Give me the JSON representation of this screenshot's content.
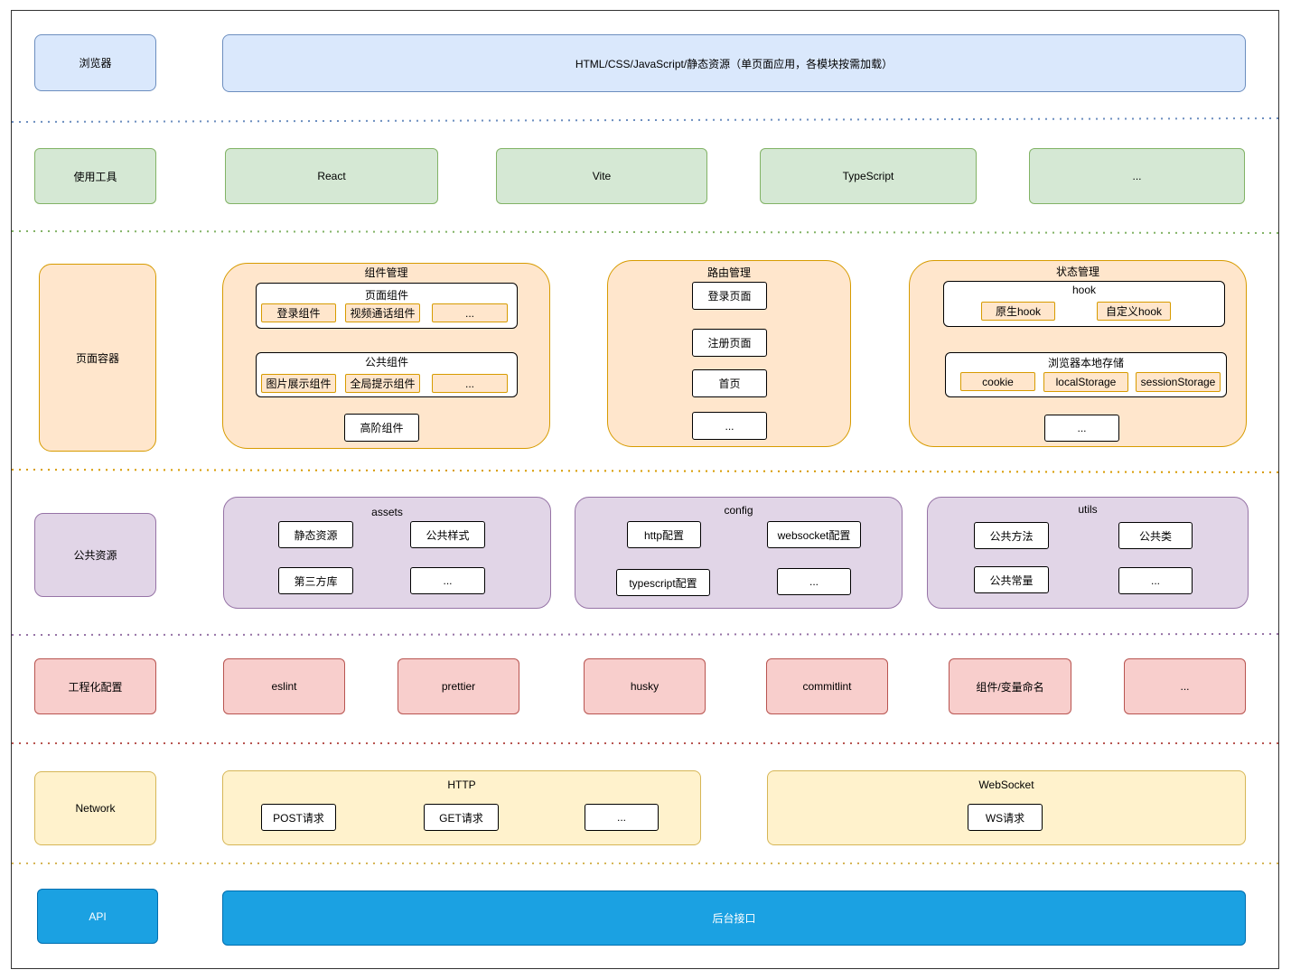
{
  "colors": {
    "blue_fill": "#dae8fc",
    "blue_stroke": "#6c8ebf",
    "green_fill": "#d5e8d4",
    "green_stroke": "#82b366",
    "orange_fill": "#ffe6cc",
    "orange_stroke": "#d79b00",
    "purple_fill": "#e1d5e7",
    "purple_stroke": "#9673a6",
    "red_fill": "#f8cecc",
    "red_stroke": "#b85450",
    "yellow_fill": "#fff2cc",
    "yellow_stroke": "#d6b656",
    "api_fill": "#1ba1e2",
    "api_stroke": "#006eaf"
  },
  "layers": {
    "browser": {
      "label": "浏览器",
      "content": "HTML/CSS/JavaScript/静态资源（单页面应用，各模块按需加载）"
    },
    "tools": {
      "label": "使用工具",
      "items": [
        "React",
        "Vite",
        "TypeScript",
        "..."
      ]
    },
    "page_container": {
      "label": "页面容器",
      "component_mgmt": {
        "title": "组件管理",
        "page_components": {
          "title": "页面组件",
          "items": [
            "登录组件",
            "视频通话组件",
            "..."
          ]
        },
        "common_components": {
          "title": "公共组件",
          "items": [
            "图片展示组件",
            "全局提示组件",
            "..."
          ]
        },
        "hoc": "高阶组件"
      },
      "route_mgmt": {
        "title": "路由管理",
        "items": [
          "登录页面",
          "注册页面",
          "首页",
          "..."
        ]
      },
      "state_mgmt": {
        "title": "状态管理",
        "hook": {
          "title": "hook",
          "items": [
            "原生hook",
            "自定义hook"
          ]
        },
        "local_storage": {
          "title": "浏览器本地存储",
          "items": [
            "cookie",
            "localStorage",
            "sessionStorage"
          ]
        },
        "more": "..."
      }
    },
    "public_resources": {
      "label": "公共资源",
      "assets": {
        "title": "assets",
        "items": [
          "静态资源",
          "公共样式",
          "第三方库",
          "..."
        ]
      },
      "config": {
        "title": "config",
        "items": [
          "http配置",
          "websocket配置",
          "typescript配置",
          "..."
        ]
      },
      "utils": {
        "title": "utils",
        "items": [
          "公共方法",
          "公共类",
          "公共常量",
          "..."
        ]
      }
    },
    "engineering": {
      "label": "工程化配置",
      "items": [
        "eslint",
        "prettier",
        "husky",
        "commitlint",
        "组件/变量命名",
        "..."
      ]
    },
    "network": {
      "label": "Network",
      "http": {
        "title": "HTTP",
        "items": [
          "POST请求",
          "GET请求",
          "..."
        ]
      },
      "websocket": {
        "title": "WebSocket",
        "items": [
          "WS请求"
        ]
      }
    },
    "api": {
      "label": "API",
      "content": "后台接口"
    }
  }
}
